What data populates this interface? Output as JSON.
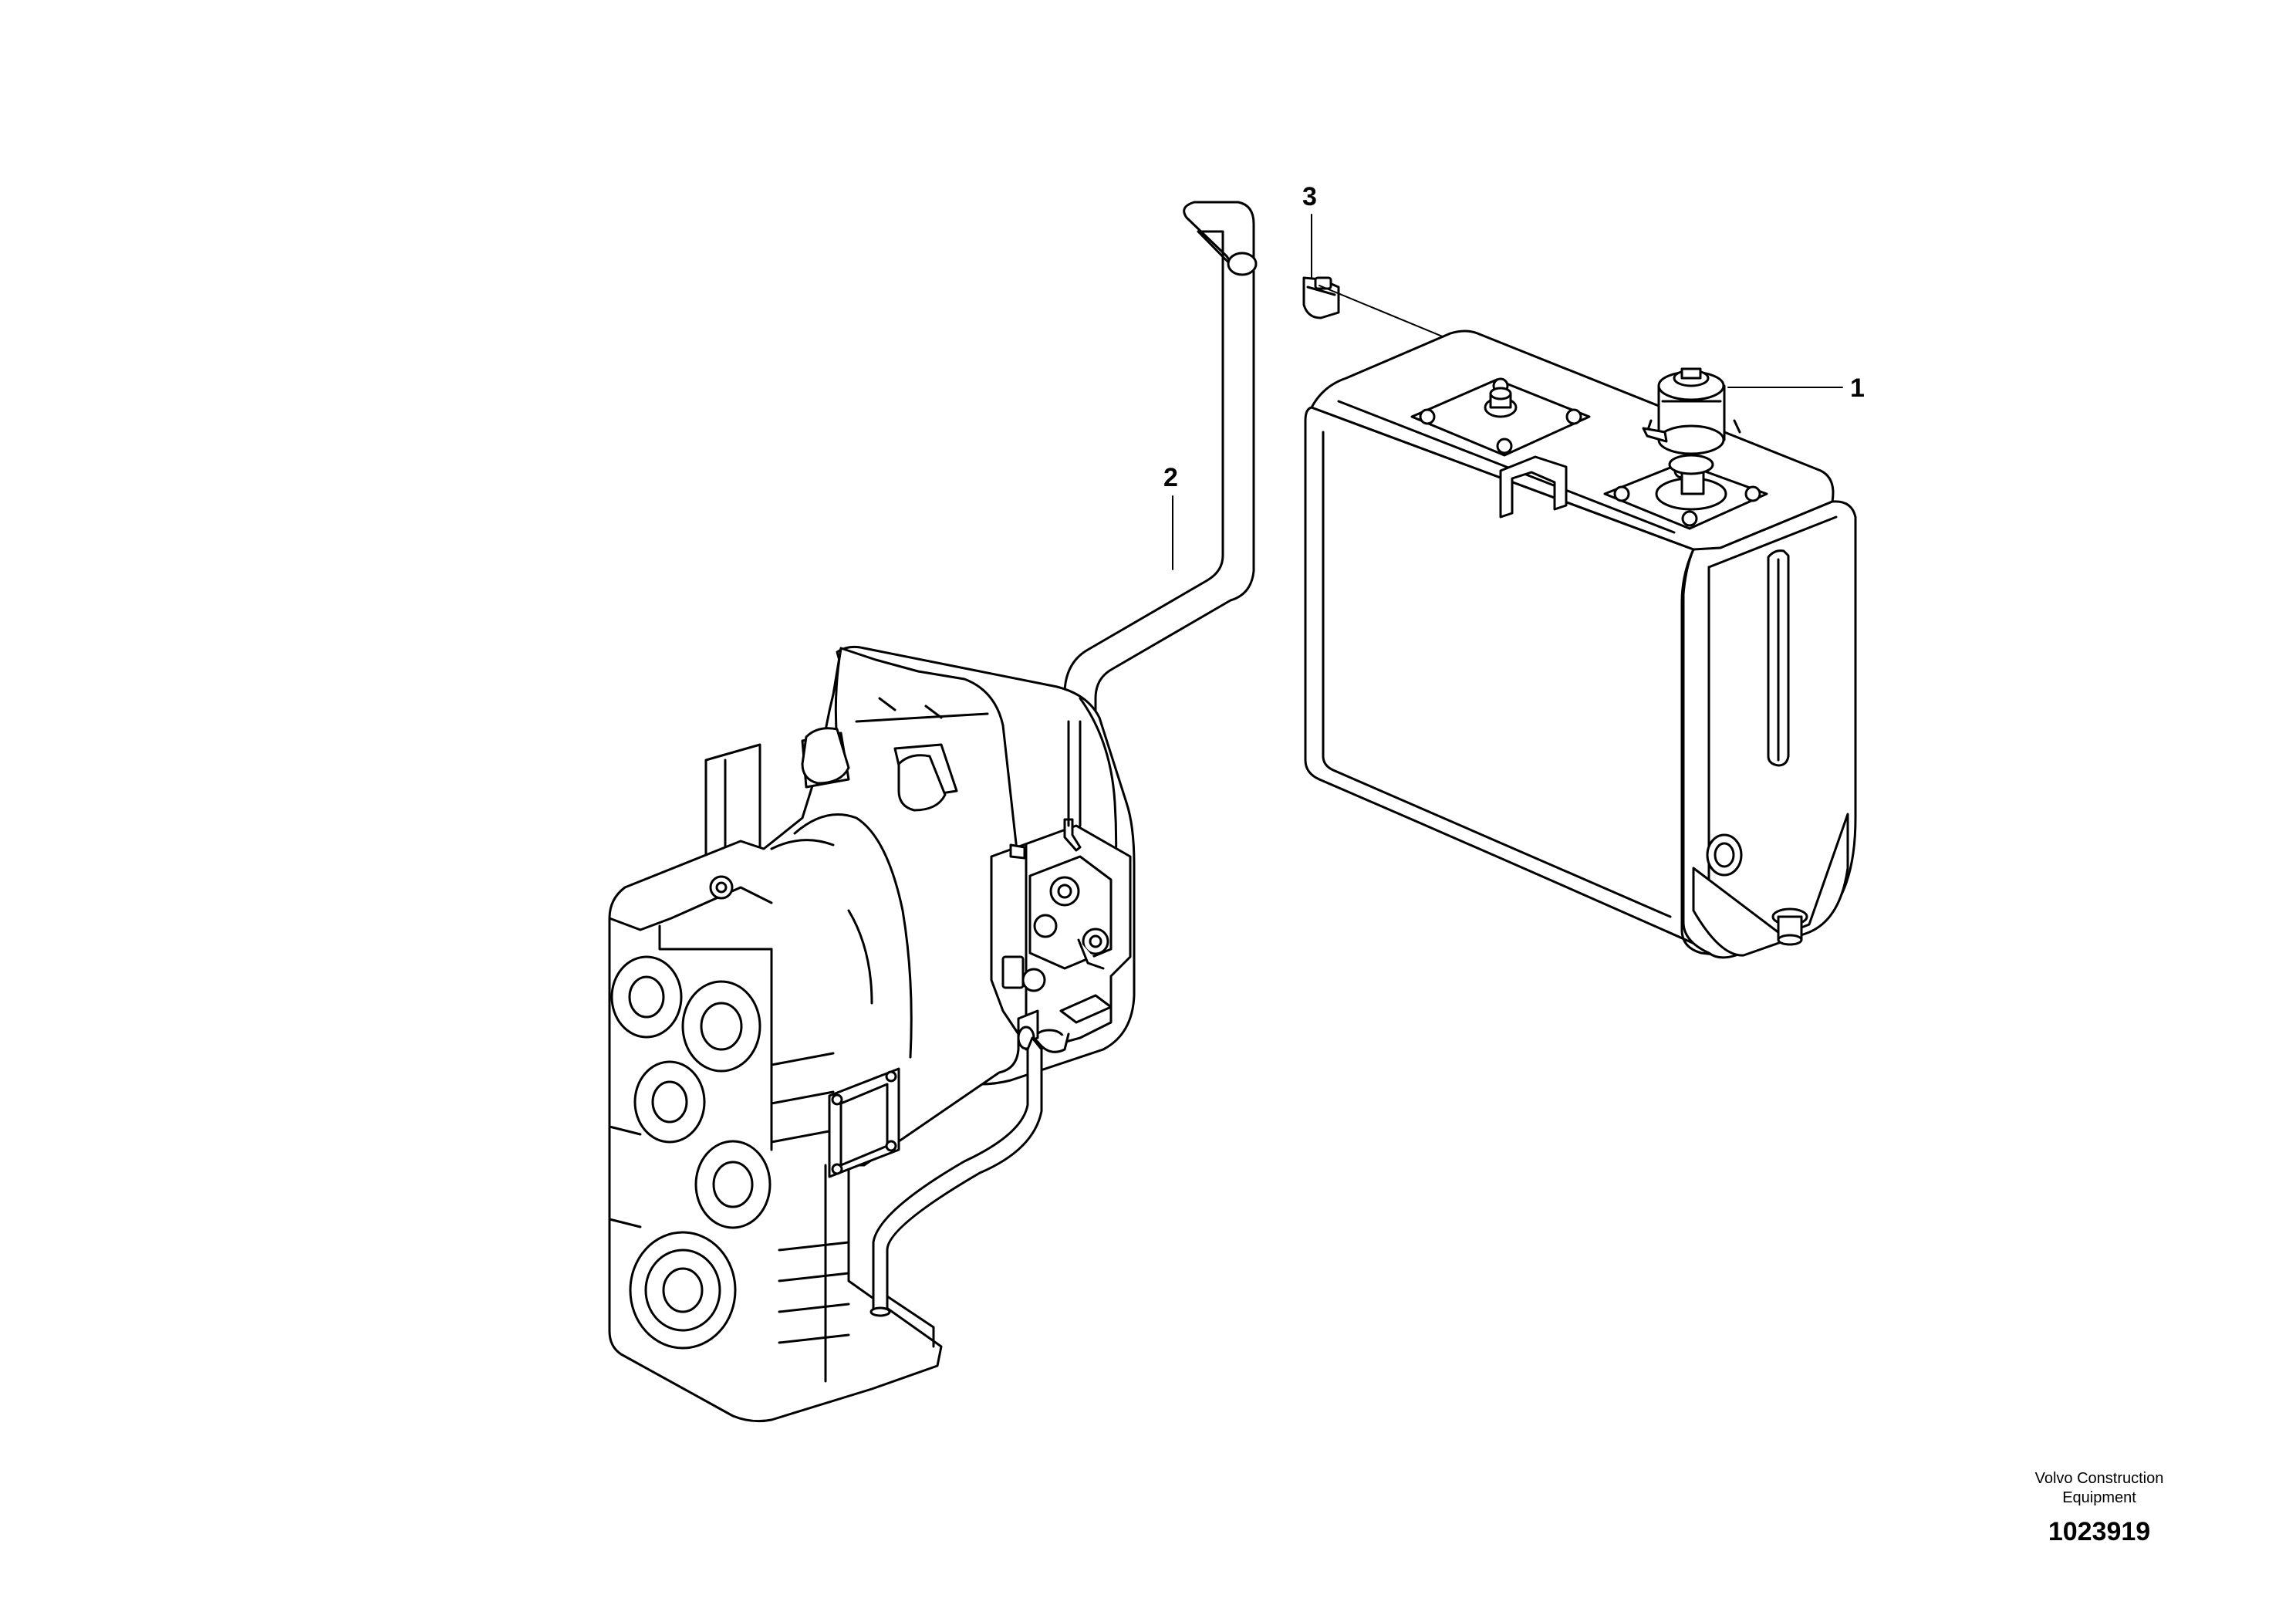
{
  "callouts": [
    {
      "id": "1",
      "label": "1"
    },
    {
      "id": "2",
      "label": "2"
    },
    {
      "id": "3",
      "label": "3"
    }
  ],
  "credit": {
    "line1": "Volvo Construction",
    "line2": "Equipment",
    "figure_number": "1023919"
  }
}
